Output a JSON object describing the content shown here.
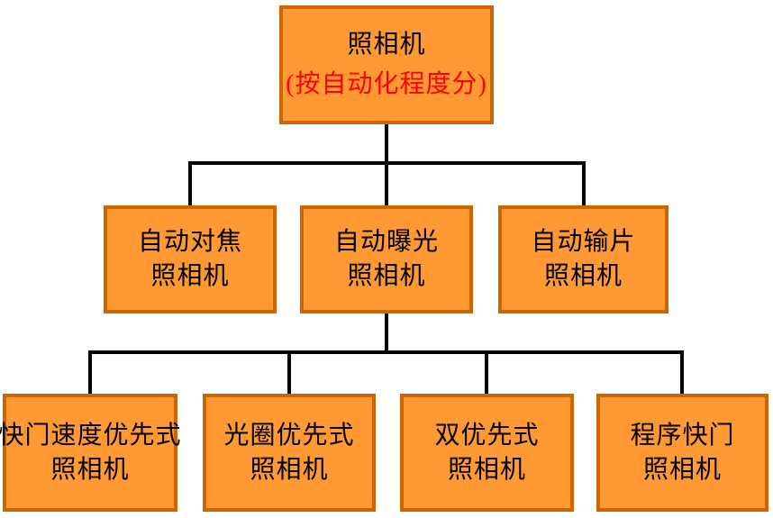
{
  "diagram": {
    "type": "tree",
    "subject": "照相机分类",
    "colors": {
      "box_fill": "#FF9933",
      "box_border": "#CC6600",
      "connector": "#000000",
      "text": "#000000",
      "accent_text": "#FF0000"
    },
    "nodes": {
      "root": {
        "line1": "照相机",
        "line2": "(按自动化程度分)",
        "line1_color": "#000000",
        "line2_color": "#FF0000"
      },
      "level2": [
        {
          "line1": "自动对焦",
          "line2": "照相机"
        },
        {
          "line1": "自动曝光",
          "line2": "照相机"
        },
        {
          "line1": "自动输片",
          "line2": "照相机"
        }
      ],
      "level3": [
        {
          "line1": "快门速度优先式",
          "line2": "照相机"
        },
        {
          "line1": "光圈优先式",
          "line2": "照相机"
        },
        {
          "line1": "双优先式",
          "line2": "照相机"
        },
        {
          "line1": "程序快门",
          "line2": "照相机"
        }
      ]
    },
    "edges": [
      [
        "root",
        "level2.0"
      ],
      [
        "root",
        "level2.1"
      ],
      [
        "root",
        "level2.2"
      ],
      [
        "level2.1",
        "level3.0"
      ],
      [
        "level2.1",
        "level3.1"
      ],
      [
        "level2.1",
        "level3.2"
      ],
      [
        "level2.1",
        "level3.3"
      ]
    ]
  }
}
